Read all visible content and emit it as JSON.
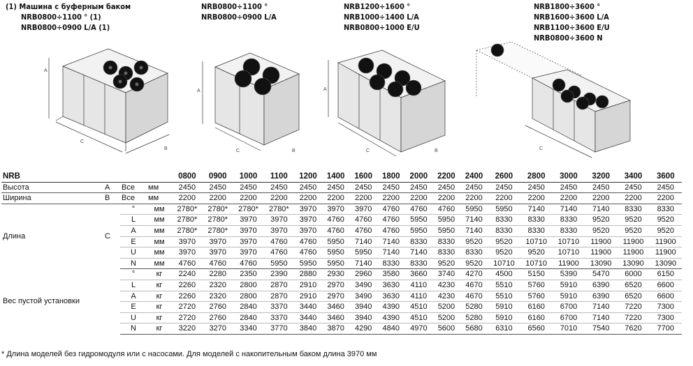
{
  "captions": {
    "c1": [
      "(1)  Машина с буферным баком",
      "NRB0800÷1100 ° (1)",
      "NRB0800÷0900 L/A (1)"
    ],
    "c2": [
      "NRB0800÷1100 °",
      "NRB0800÷0900 L/A"
    ],
    "c3": [
      "NRB1200÷1600 °",
      "NRB1000÷1400 L/A",
      "NRB0800÷1000 E/U"
    ],
    "c4": [
      "NRB1800÷3600 °",
      "NRB1600÷3600 L/A",
      "NRB1100÷3600 E/U",
      "NRB0800÷3600 N"
    ]
  },
  "dim_labels": {
    "a": "A",
    "b": "B",
    "c": "C"
  },
  "table": {
    "title": "NRB",
    "models": [
      "0800",
      "0900",
      "1000",
      "1100",
      "1200",
      "1400",
      "1600",
      "1800",
      "2000",
      "2200",
      "2400",
      "2600",
      "2800",
      "3000",
      "3200",
      "3400",
      "3600"
    ],
    "rows": [
      {
        "param": "Высота",
        "code": "A",
        "ver": "Все",
        "unit": "мм",
        "values": [
          "2450",
          "2450",
          "2450",
          "2450",
          "2450",
          "2450",
          "2450",
          "2450",
          "2450",
          "2450",
          "2450",
          "2450",
          "2450",
          "2450",
          "2450",
          "2450",
          "2450"
        ]
      },
      {
        "param": "Ширина",
        "code": "B",
        "ver": "Все",
        "unit": "мм",
        "values": [
          "2200",
          "2200",
          "2200",
          "2200",
          "2200",
          "2200",
          "2200",
          "2200",
          "2200",
          "2200",
          "2200",
          "2200",
          "2200",
          "2200",
          "2200",
          "2200",
          "2200"
        ]
      }
    ],
    "length": {
      "param": "Длина",
      "code": "C",
      "rows": [
        {
          "ver": "°",
          "unit": "мм",
          "values": [
            "2780*",
            "2780*",
            "2780*",
            "2780*",
            "3970",
            "3970",
            "3970",
            "4760",
            "4760",
            "4760",
            "5950",
            "5950",
            "7140",
            "7140",
            "7140",
            "8330",
            "8330"
          ]
        },
        {
          "ver": "L",
          "unit": "мм",
          "values": [
            "2780*",
            "2780*",
            "3970",
            "3970",
            "3970",
            "4760",
            "4760",
            "4760",
            "5950",
            "5950",
            "7140",
            "8330",
            "8330",
            "8330",
            "9520",
            "9520",
            "9520"
          ]
        },
        {
          "ver": "A",
          "unit": "мм",
          "values": [
            "2780*",
            "2780*",
            "3970",
            "3970",
            "3970",
            "4760",
            "4760",
            "4760",
            "5950",
            "5950",
            "7140",
            "8330",
            "8330",
            "8330",
            "9520",
            "9520",
            "9520"
          ]
        },
        {
          "ver": "E",
          "unit": "мм",
          "values": [
            "3970",
            "3970",
            "3970",
            "4760",
            "4760",
            "5950",
            "7140",
            "7140",
            "8330",
            "8330",
            "9520",
            "9520",
            "10710",
            "10710",
            "11900",
            "11900",
            "11900"
          ]
        },
        {
          "ver": "U",
          "unit": "мм",
          "values": [
            "3970",
            "3970",
            "3970",
            "4760",
            "4760",
            "5950",
            "5950",
            "7140",
            "7140",
            "8330",
            "8330",
            "9520",
            "9520",
            "10710",
            "11900",
            "11900",
            "11900"
          ]
        },
        {
          "ver": "N",
          "unit": "мм",
          "values": [
            "4760",
            "4760",
            "4760",
            "5950",
            "5950",
            "5950",
            "7140",
            "8330",
            "8330",
            "9520",
            "9520",
            "10710",
            "10710",
            "11900",
            "13090",
            "13090",
            "13090"
          ]
        }
      ]
    },
    "weight": {
      "param": "Вес пустой установки",
      "rows": [
        {
          "ver": "°",
          "unit": "кг",
          "values": [
            "2240",
            "2280",
            "2350",
            "2390",
            "2880",
            "2930",
            "2960",
            "3580",
            "3660",
            "3740",
            "4270",
            "4500",
            "5150",
            "5390",
            "5470",
            "6000",
            "6150"
          ]
        },
        {
          "ver": "L",
          "unit": "кг",
          "values": [
            "2260",
            "2320",
            "2800",
            "2870",
            "2910",
            "2970",
            "3490",
            "3630",
            "4110",
            "4230",
            "4670",
            "5510",
            "5760",
            "5910",
            "6390",
            "6520",
            "6600"
          ]
        },
        {
          "ver": "A",
          "unit": "кг",
          "values": [
            "2260",
            "2320",
            "2800",
            "2870",
            "2910",
            "2970",
            "3490",
            "3630",
            "4110",
            "4230",
            "4670",
            "5510",
            "5760",
            "5910",
            "6390",
            "6520",
            "6600"
          ]
        },
        {
          "ver": "E",
          "unit": "кг",
          "values": [
            "2720",
            "2760",
            "2840",
            "3370",
            "3440",
            "3460",
            "3940",
            "4390",
            "4510",
            "5200",
            "5280",
            "5910",
            "6160",
            "6700",
            "7140",
            "7220",
            "7300"
          ]
        },
        {
          "ver": "U",
          "unit": "кг",
          "values": [
            "2720",
            "2760",
            "2840",
            "3370",
            "3440",
            "3460",
            "3940",
            "4390",
            "4510",
            "5200",
            "5280",
            "5910",
            "6160",
            "6700",
            "7140",
            "7220",
            "7300"
          ]
        },
        {
          "ver": "N",
          "unit": "кг",
          "values": [
            "3220",
            "3270",
            "3340",
            "3770",
            "3840",
            "3870",
            "4290",
            "4840",
            "4970",
            "5600",
            "5680",
            "6310",
            "6560",
            "7010",
            "7540",
            "7620",
            "7700"
          ]
        }
      ]
    }
  },
  "footnote": "* Длина моделей без гидромодуля или с насосами. Для моделей с накопительным баком длина 3970 мм"
}
